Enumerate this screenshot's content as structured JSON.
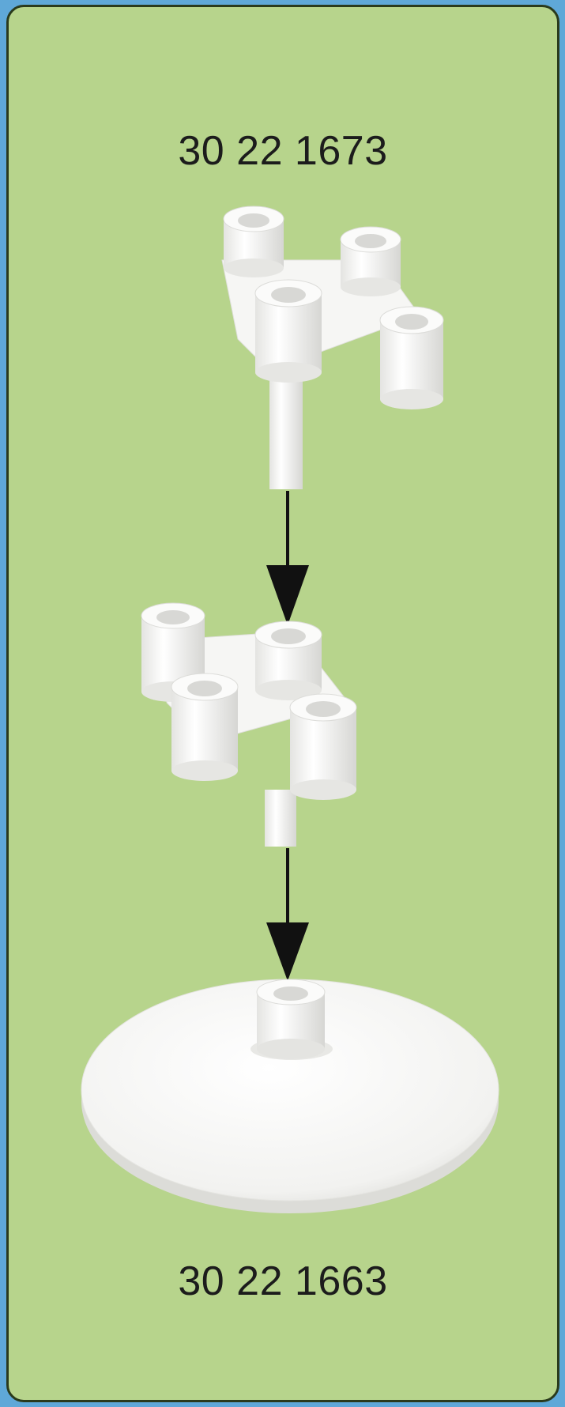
{
  "labels": {
    "top_part_number": "30 22 1673",
    "bottom_part_number": "30 22 1663"
  },
  "colors": {
    "background": "#5fa8d8",
    "panel": "#b7d48c",
    "panel_border": "#2a3a1c",
    "part": "#f5f5f3",
    "part_shade": "#d9d9d6",
    "arrow": "#111111",
    "text": "#1c1c1c"
  },
  "icons": {
    "top_part": "four-arm-hub-with-shaft",
    "middle_part": "four-arm-hub-with-shaft",
    "base": "round-disc-base",
    "arrows": "down-arrow"
  }
}
